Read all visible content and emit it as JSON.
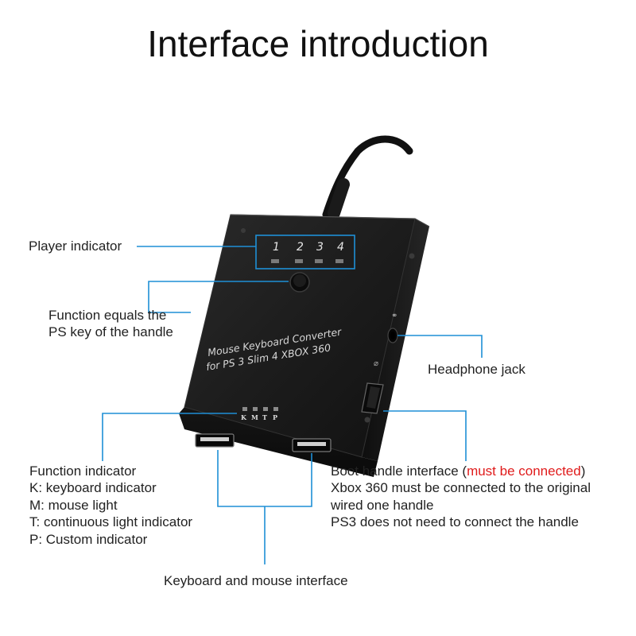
{
  "title": "Interface introduction",
  "device": {
    "label_line1": "Mouse Keyboard Converter",
    "label_line2": "for PS 3 Slim 4 XBOX 360",
    "players": [
      "1",
      "2",
      "3",
      "4"
    ],
    "indicator_letters": [
      "K",
      "M",
      "T",
      "P"
    ]
  },
  "callouts": {
    "player_indicator": "Player indicator",
    "function_key": [
      "Function equals the",
      "PS key of the handle"
    ],
    "headphone_jack": "Headphone jack",
    "function_indicator": [
      "Function indicator",
      "K: keyboard indicator",
      "M: mouse light",
      "T: continuous light indicator",
      "P: Custom indicator"
    ],
    "boot_handle": {
      "line1": "Boot handle interface (",
      "line1_warning": "must be connected",
      "line1_end": ")",
      "lines": [
        "Xbox 360 must be connected to the original",
        "wired one handle",
        "PS3 does not need to connect the handle"
      ]
    },
    "keyboard_mouse": "Keyboard and mouse interface"
  },
  "colors": {
    "callout_line": "#1e8fd6",
    "warning": "#e01b1b",
    "device_body": "#1b1b1b"
  }
}
